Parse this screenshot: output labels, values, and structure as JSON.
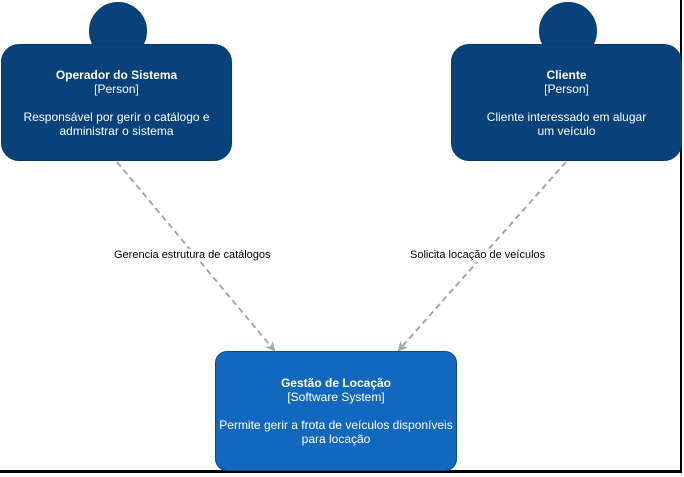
{
  "colors": {
    "person": "#08427b",
    "software_system": "#1168bd",
    "relationship": "#a6a6a6"
  },
  "nodes": {
    "operador": {
      "name": "Operador do Sistema",
      "kind": "[Person]",
      "description": "Responsável por gerir o catálogo e administrar o sistema"
    },
    "cliente": {
      "name": "Cliente",
      "kind": "[Person]",
      "description": "Cliente interessado em alugar um veículo"
    },
    "gestao": {
      "name": "Gestão de Locação",
      "kind": "[Software System]",
      "description": "Permite gerir a frota de veículos disponíveis para locação"
    }
  },
  "relationships": [
    {
      "from": "operador",
      "to": "gestao",
      "label": "Gerencia estrutura de catálogos"
    },
    {
      "from": "cliente",
      "to": "gestao",
      "label": "Solicita locação de veículos"
    }
  ]
}
